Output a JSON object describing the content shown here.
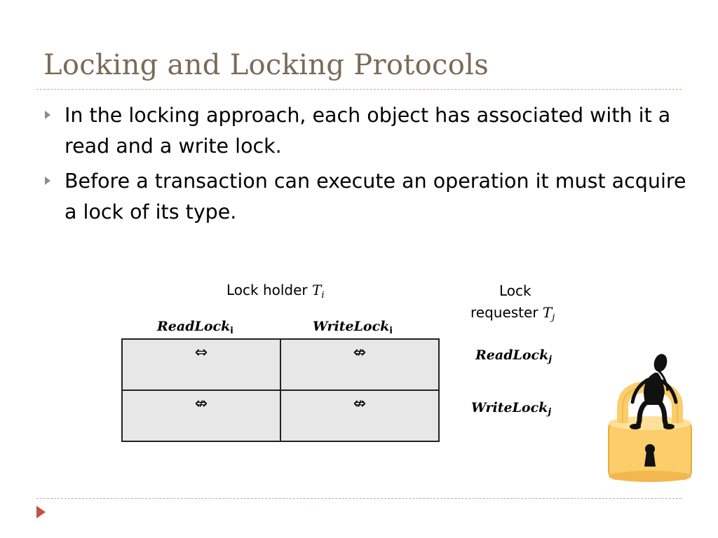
{
  "slide": {
    "title": "Locking and Locking Protocols",
    "bullets": [
      "In the locking approach, each object has associated with it a read and a write lock.",
      "Before a transaction can execute an operation it must acquire a lock of its type."
    ]
  },
  "matrix": {
    "holder_label": "Lock holder ",
    "holder_var": "T",
    "holder_sub": "i",
    "requester_line1": "Lock",
    "requester_line2": "requester ",
    "requester_var": "T",
    "requester_sub": "j",
    "col_headers": [
      {
        "name": "ReadLock",
        "sub": "i"
      },
      {
        "name": "WriteLock",
        "sub": "i"
      }
    ],
    "row_headers": [
      {
        "name": "ReadLock",
        "sub": "j"
      },
      {
        "name": "WriteLock",
        "sub": "j"
      }
    ],
    "cells": [
      [
        "⇔",
        "⇎"
      ],
      [
        "⇎",
        "⇎"
      ]
    ]
  },
  "colors": {
    "title": "#7a6a57",
    "rule": "#d9a08f",
    "accent": "#c2533e",
    "cell_bg": "#e7e7e7",
    "lock_body": "#fbcd6b"
  },
  "icons": {
    "illustration": "person-sitting-on-padlock-icon",
    "nav": "triangle-right-icon"
  }
}
